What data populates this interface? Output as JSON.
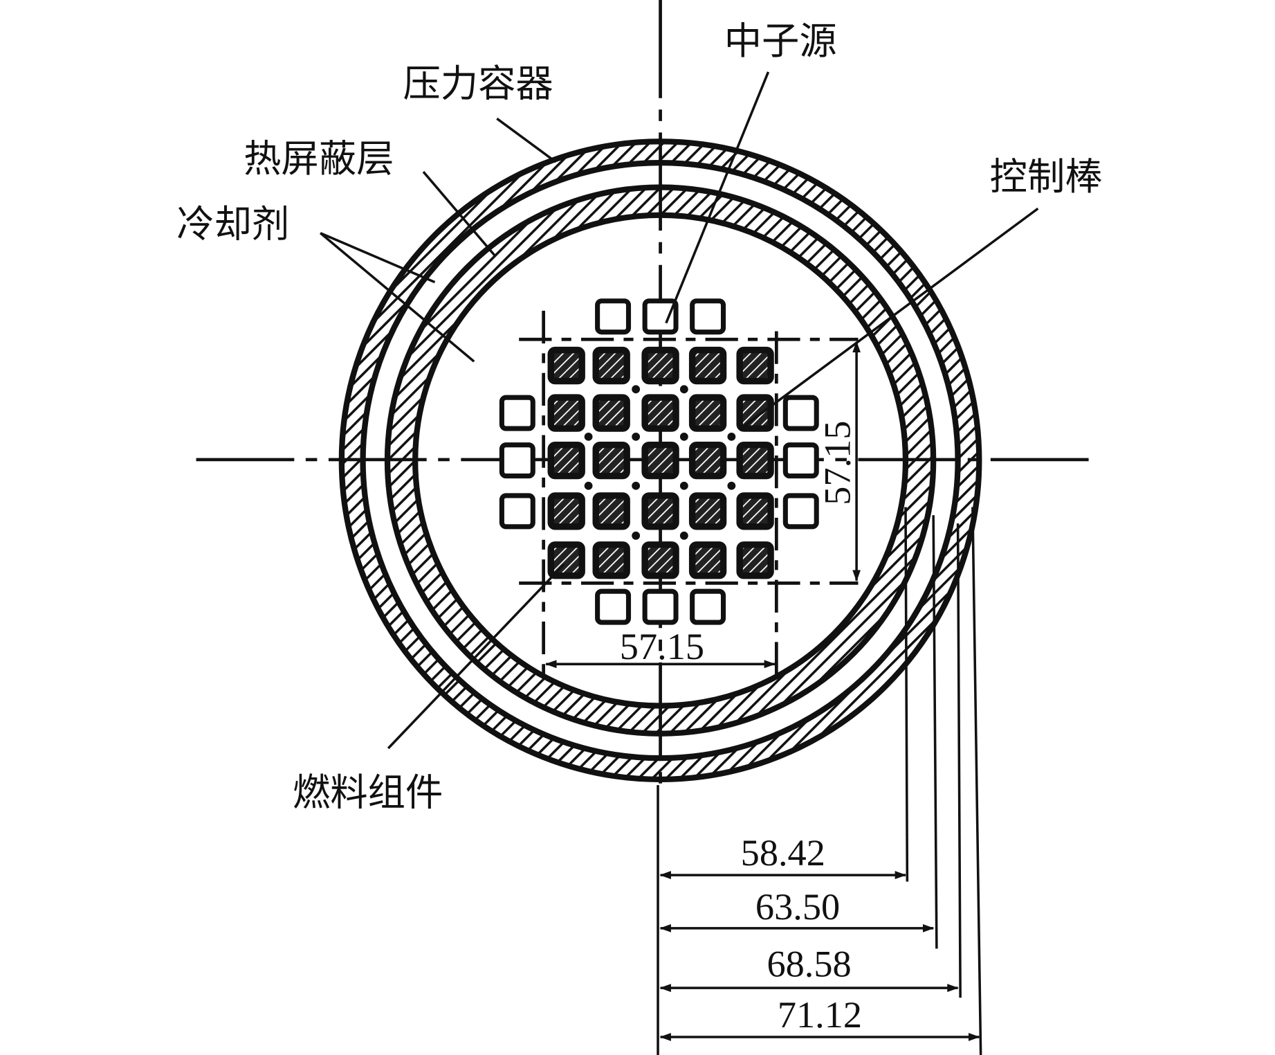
{
  "labels": {
    "neutron_source": "中子源",
    "pressure_vessel": "压力容器",
    "thermal_shield": "热屏蔽层",
    "coolant": "冷却剂",
    "control_rod": "控制棒",
    "fuel_assembly": "燃料组件"
  },
  "dimensions": {
    "core_height": "57.15",
    "core_width": "57.15",
    "r1": "58.42",
    "r2": "63.50",
    "r3": "68.58",
    "r4": "71.12"
  }
}
